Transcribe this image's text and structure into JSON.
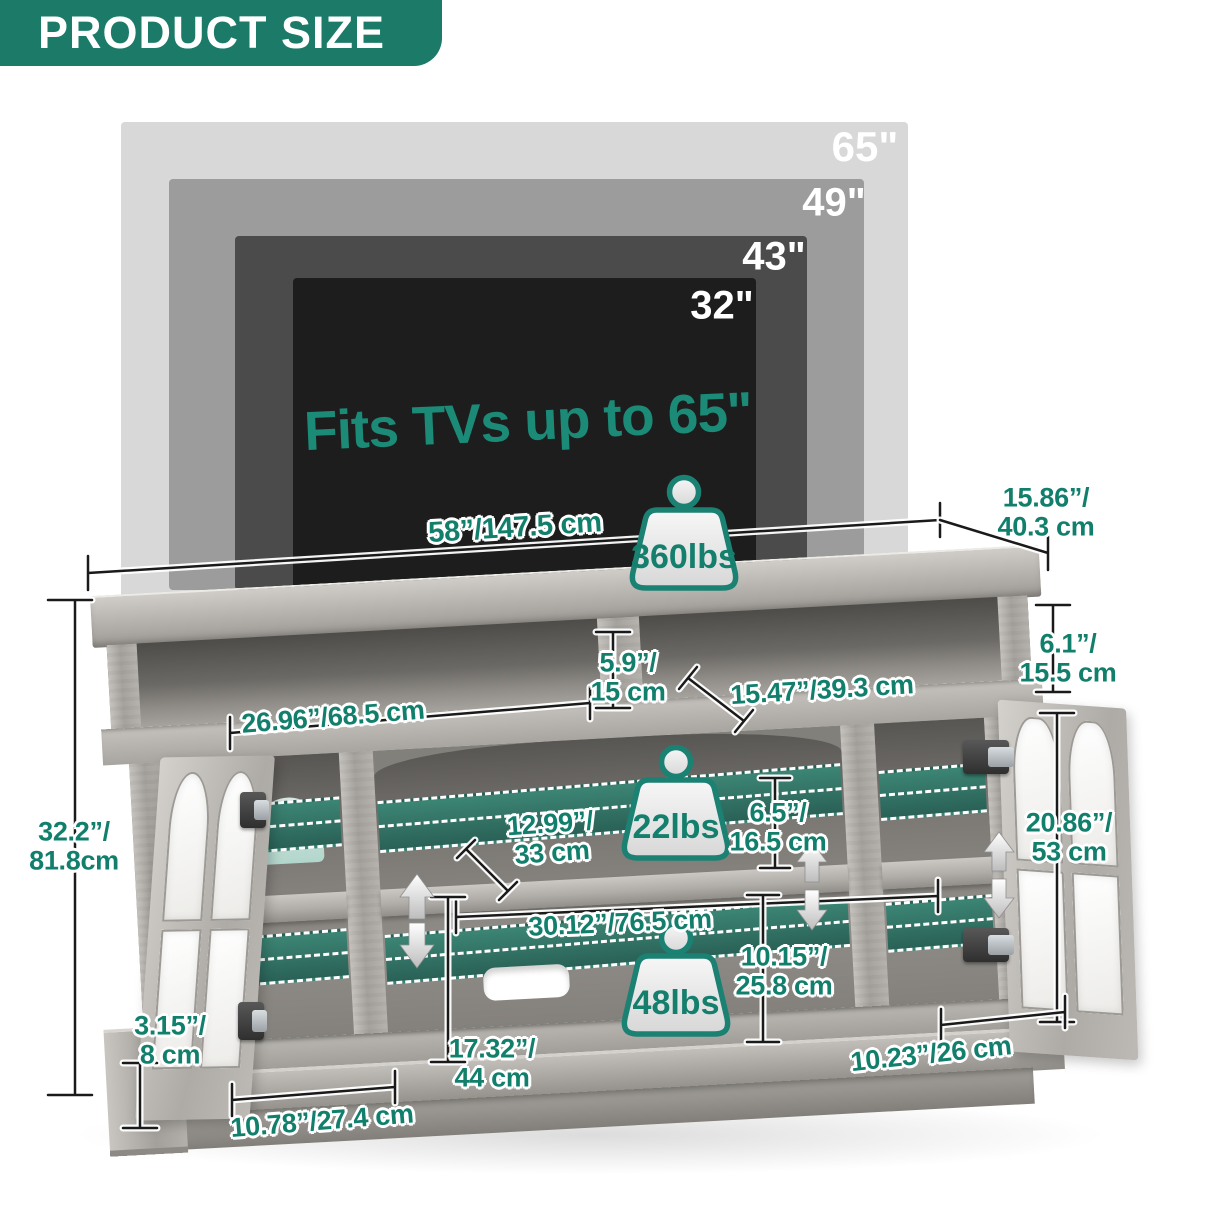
{
  "header": {
    "title": "PRODUCT SIZE"
  },
  "tv": {
    "sizes": [
      {
        "label": "65\""
      },
      {
        "label": "49\""
      },
      {
        "label": "43\""
      },
      {
        "label": "32\""
      }
    ],
    "fits_text": "Fits TVs up to 65\""
  },
  "weights": {
    "top_surface": "360lbs",
    "middle_shelf": "22lbs",
    "bottom_cabinet": "48lbs"
  },
  "dims": {
    "top_width": "58”/147.5 cm",
    "top_depth": {
      "l1": "15.86”/",
      "l2": "40.3 cm"
    },
    "media_opening_height": {
      "l1": "5.9”/",
      "l2": "15 cm"
    },
    "media_opening_depth": "15.47”/39.3 cm",
    "media_opening_width": "26.96”/68.5 cm",
    "top_section_height": {
      "l1": "6.1”/",
      "l2": "15.5 cm"
    },
    "overall_height": {
      "l1": "32.2”/",
      "l2": "81.8cm"
    },
    "shelf_depth": {
      "l1": "12.99”/",
      "l2": "33 cm"
    },
    "upper_shelf_height": {
      "l1": "6.5”/",
      "l2": "16.5 cm"
    },
    "door_height": {
      "l1": "20.86”/",
      "l2": "53 cm"
    },
    "center_opening_width": "30.12”/76.5 cm",
    "lower_shelf_height": {
      "l1": "10.15”/",
      "l2": "25.8 cm"
    },
    "base_height": {
      "l1": "3.15”/",
      "l2": "8 cm"
    },
    "cabinet_inner_height": {
      "l1": "17.32”/",
      "l2": "44 cm"
    },
    "left_cabinet_width": "10.78”/27.4 cm",
    "right_cabinet_width": "10.23”/26 cm"
  },
  "colors": {
    "brand_teal": "#1b7a68",
    "dim_text_teal": "#127f6c",
    "led_teal": "#2e6f62",
    "tv_grays": [
      "#d8d8d8",
      "#9c9c9c",
      "#4b4b4b",
      "#1d1d1d"
    ]
  }
}
